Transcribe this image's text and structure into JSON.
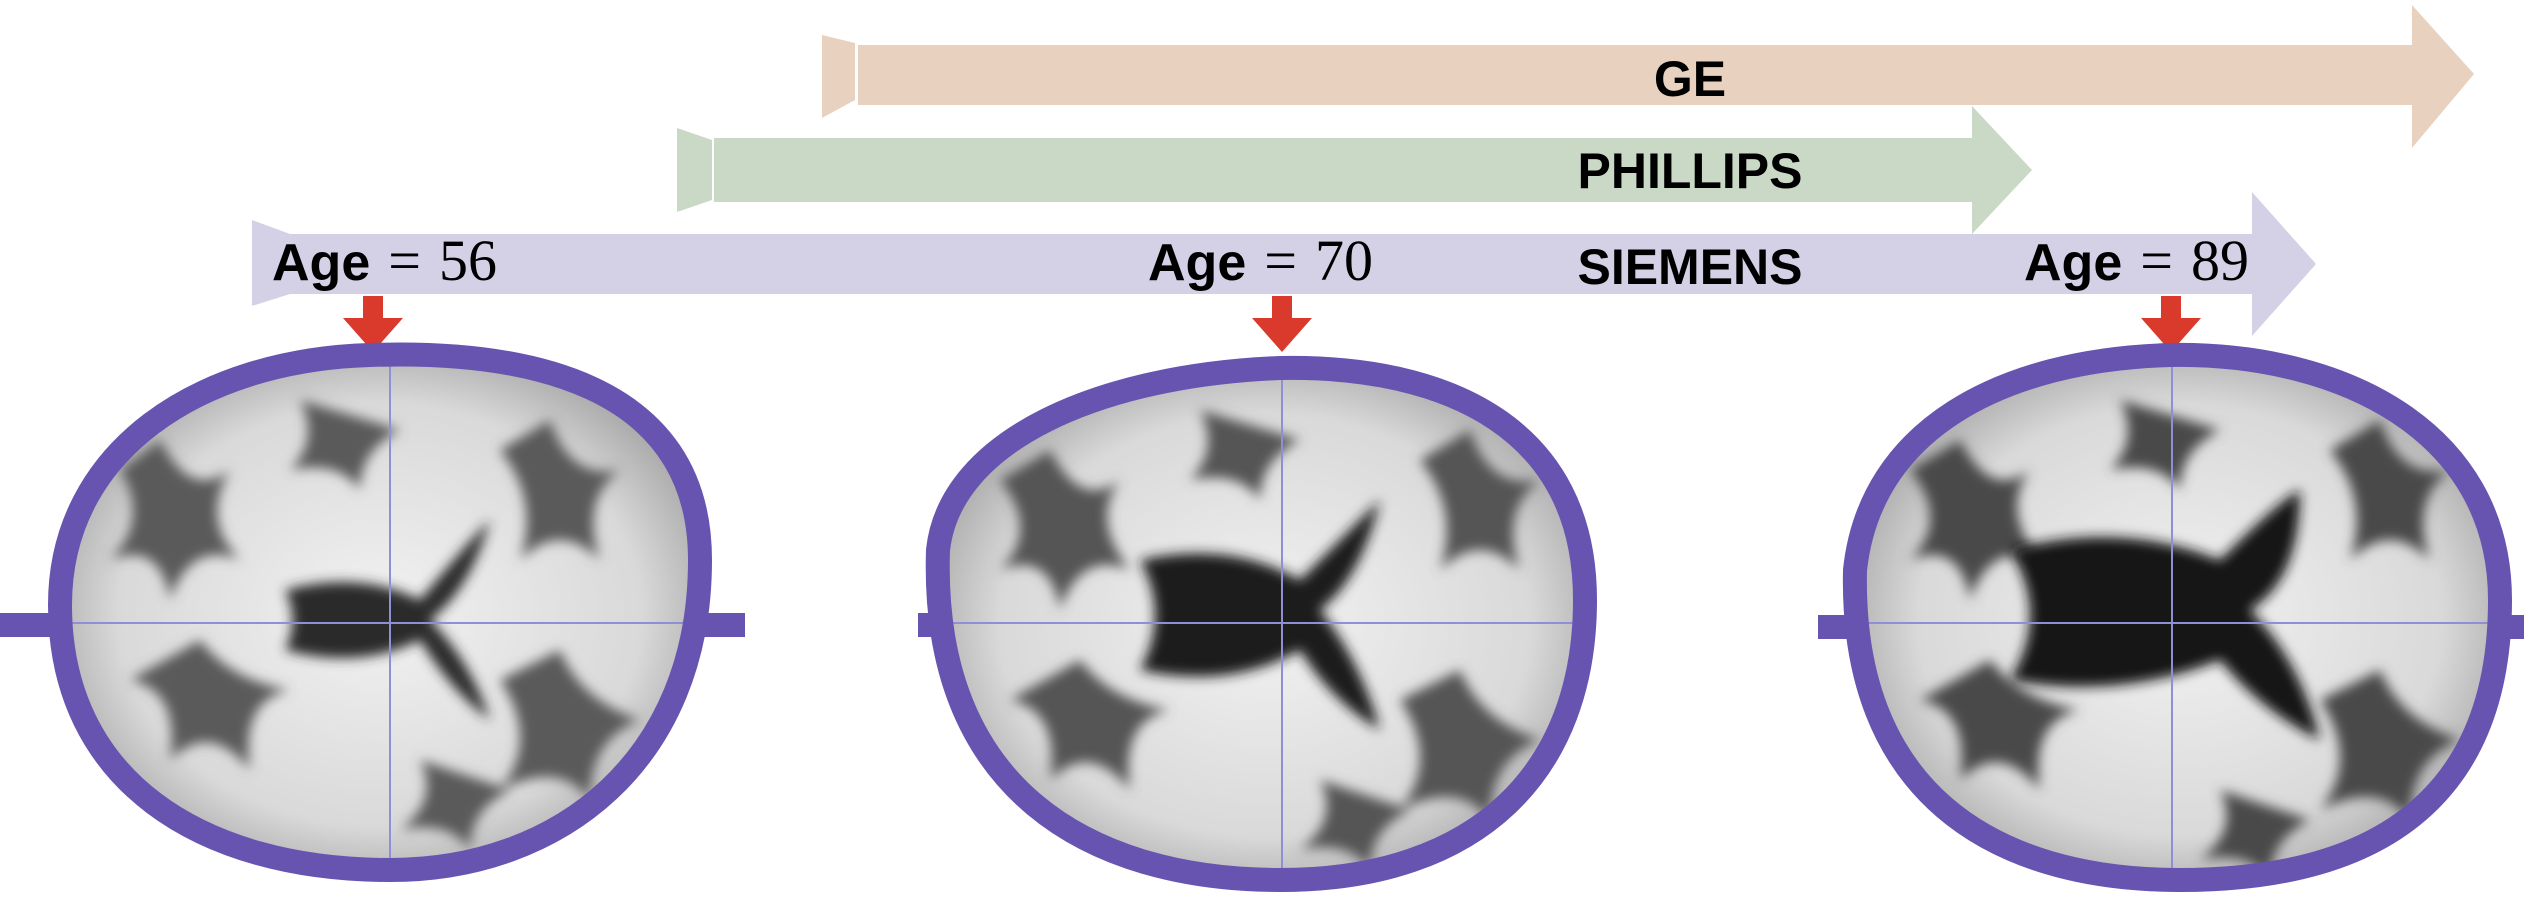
{
  "timeline": {
    "bars": [
      {
        "id": "ge",
        "label": "GE",
        "color": "#e8d2bf"
      },
      {
        "id": "phillips",
        "label": "PHILLIPS",
        "color": "#cad8c6"
      },
      {
        "id": "siemens",
        "label": "SIEMENS",
        "color": "#d4d0e6"
      }
    ]
  },
  "ages": [
    {
      "word": "Age",
      "eq": "=",
      "value": "56"
    },
    {
      "word": "Age",
      "eq": "=",
      "value": "70"
    },
    {
      "word": "Age",
      "eq": "=",
      "value": "89"
    }
  ],
  "colors": {
    "marker_arrow": "#d93a2b",
    "brain_outline": "#6654b0",
    "crosshair": "#8f8fd6"
  }
}
